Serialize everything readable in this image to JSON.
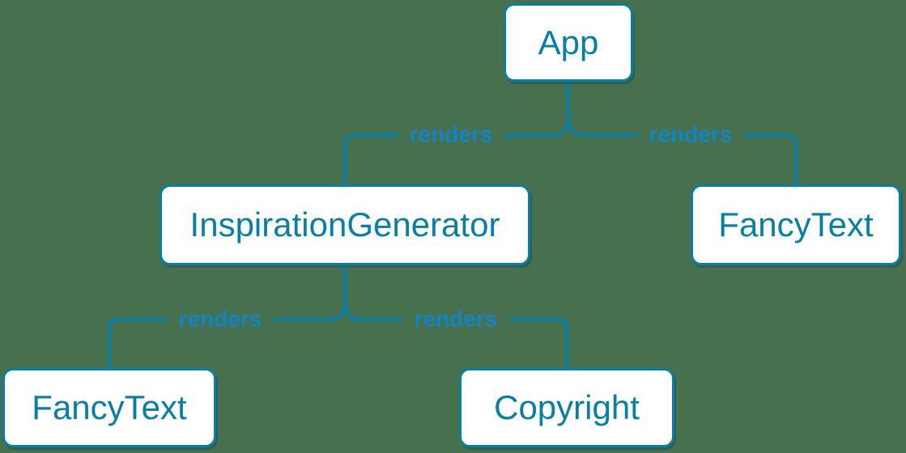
{
  "diagram": {
    "kind": "component-render-tree",
    "nodes": [
      {
        "id": "app",
        "label": "App"
      },
      {
        "id": "inspiration-generator",
        "label": "InspirationGenerator"
      },
      {
        "id": "fancy-text-right",
        "label": "FancyText"
      },
      {
        "id": "fancy-text-left",
        "label": "FancyText"
      },
      {
        "id": "copyright",
        "label": "Copyright"
      }
    ],
    "edges": [
      {
        "from": "App",
        "to": "InspirationGenerator",
        "label": "renders"
      },
      {
        "from": "App",
        "to": "FancyText",
        "label": "renders"
      },
      {
        "from": "InspirationGenerator",
        "to": "FancyText",
        "label": "renders"
      },
      {
        "from": "InspirationGenerator",
        "to": "Copyright",
        "label": "renders"
      }
    ],
    "colors": {
      "background": "#47704E",
      "node_fill": "#FFFFFF",
      "node_border": "#087EA4",
      "node_text": "#087EA4",
      "edge_line": "#087EA4",
      "edge_label": "#1385C5"
    }
  }
}
